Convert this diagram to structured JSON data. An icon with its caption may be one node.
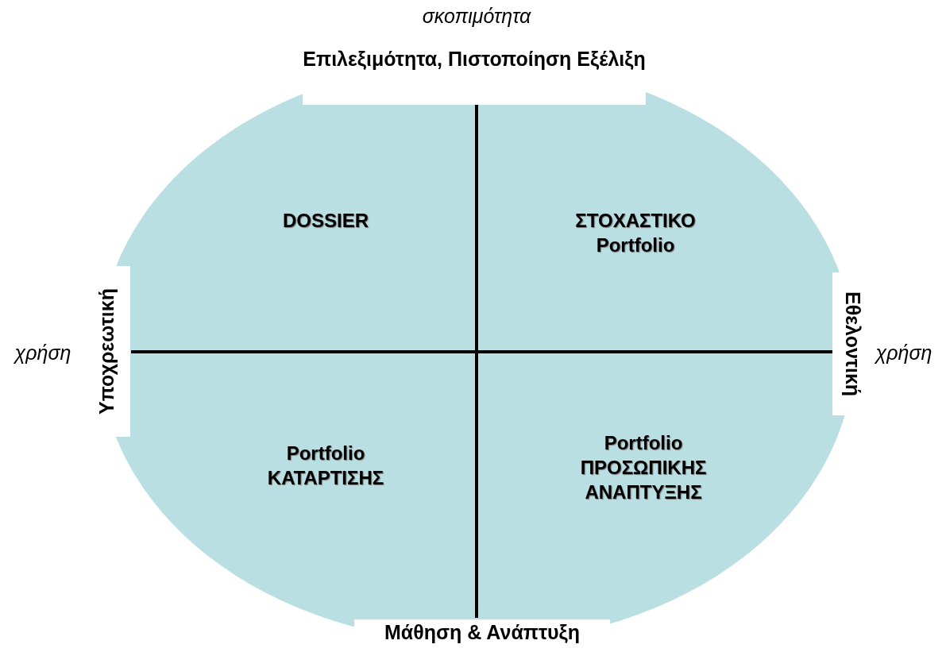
{
  "diagram": {
    "labels": [
      "σκοπιμότητα",
      "Επιλεξιμότητα, Πιστοποίηση Εξέλιξη",
      "DOSSIER",
      "ΣΤΟΧΑΣΤΙΚΟ Portfolio",
      "Υποχρεωτική",
      "χρήση",
      "Εθελοντική",
      "χρήση",
      "Portfolio ΚΑΤΑΡΤΙΣΗΣ",
      "Portfolio ΠΡΟΣΩΠΙΚΗΣ ΑΝΑΠΤΥΞΗΣ",
      "Μάθηση & Ανάπτυξη"
    ]
  }
}
